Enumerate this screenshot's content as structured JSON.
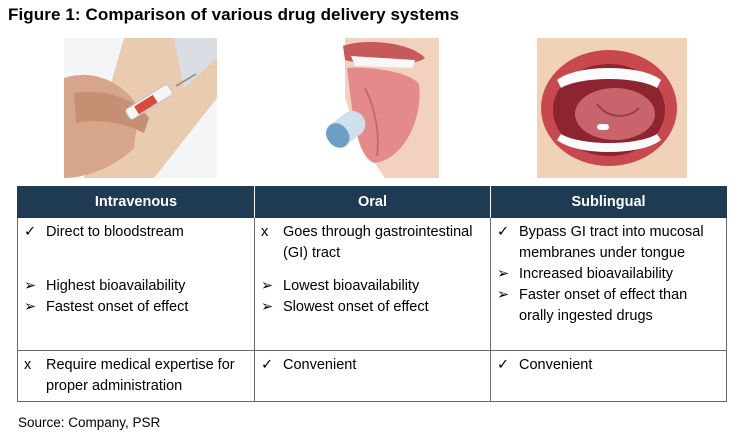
{
  "title": "Figure 1: Comparison of various drug delivery systems",
  "images": {
    "iv": "syringe-injection-into-arm-photo",
    "oral": "pill-on-tongue-photo",
    "sublingual": "open-mouth-pill-under-tongue-illustration"
  },
  "headers": [
    "Intravenous",
    "Oral",
    "Sublingual"
  ],
  "symbols": {
    "check": "✓",
    "cross": "x",
    "arrow": "➢"
  },
  "colors": {
    "header_bg": "#1e3b53",
    "header_text": "#ffffff"
  },
  "row1": {
    "intravenous": {
      "main": "Direct to bloodstream",
      "points": [
        "Highest bioavailability",
        "Fastest onset of effect"
      ]
    },
    "oral": {
      "main": "Goes through gastrointestinal (GI) tract",
      "points": [
        "Lowest bioavailability",
        "Slowest onset of effect"
      ]
    },
    "sublingual": {
      "main": "Bypass GI tract into mucosal membranes under tongue",
      "points": [
        "Increased bioavailability",
        "Faster onset of effect than orally ingested drugs"
      ]
    }
  },
  "row2": {
    "intravenous": "Require medical expertise for proper administration",
    "oral": "Convenient",
    "sublingual": "Convenient"
  },
  "source": "Source: Company, PSR"
}
